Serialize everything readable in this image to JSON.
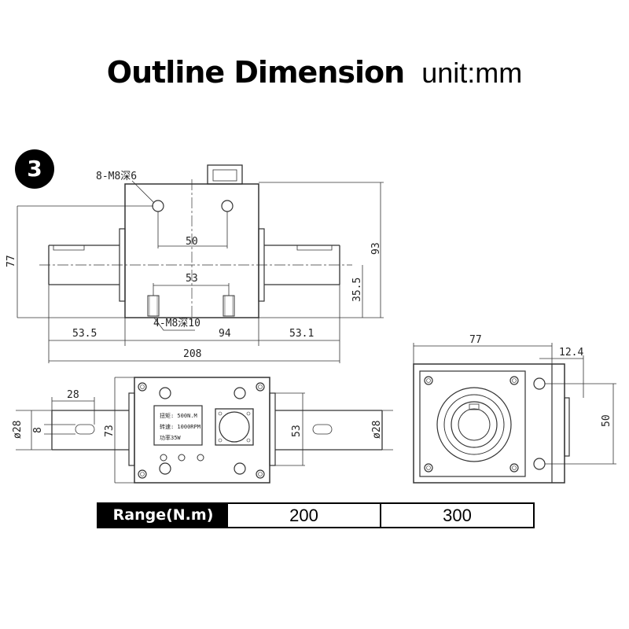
{
  "title": {
    "main": "Outline Dimension",
    "unit": "unit:mm"
  },
  "badge": "3",
  "front_view": {
    "hole_top_label": "8-M8深6",
    "hole_bottom_label": "4-M8深10",
    "dim_50": "50",
    "dim_53": "53",
    "dim_77": "77",
    "dim_93": "93",
    "dim_35_5": "35.5",
    "dim_53_5": "53.5",
    "dim_94": "94",
    "dim_53_1": "53.1",
    "dim_208": "208"
  },
  "top_view": {
    "dim_28": "28",
    "dim_dia28_left": "ø28",
    "dim_8": "8",
    "dim_73": "73",
    "dim_53": "53",
    "dim_dia28_right": "ø28",
    "nameplate": {
      "line1": "扭矩: 500N.M",
      "line2": "转速: 1000RPM",
      "line3": "功率35W"
    }
  },
  "side_view": {
    "dim_77": "77",
    "dim_12_4": "12.4",
    "dim_50": "50"
  },
  "range_table": {
    "header": "Range(N.m)",
    "values": [
      "200",
      "300"
    ]
  }
}
